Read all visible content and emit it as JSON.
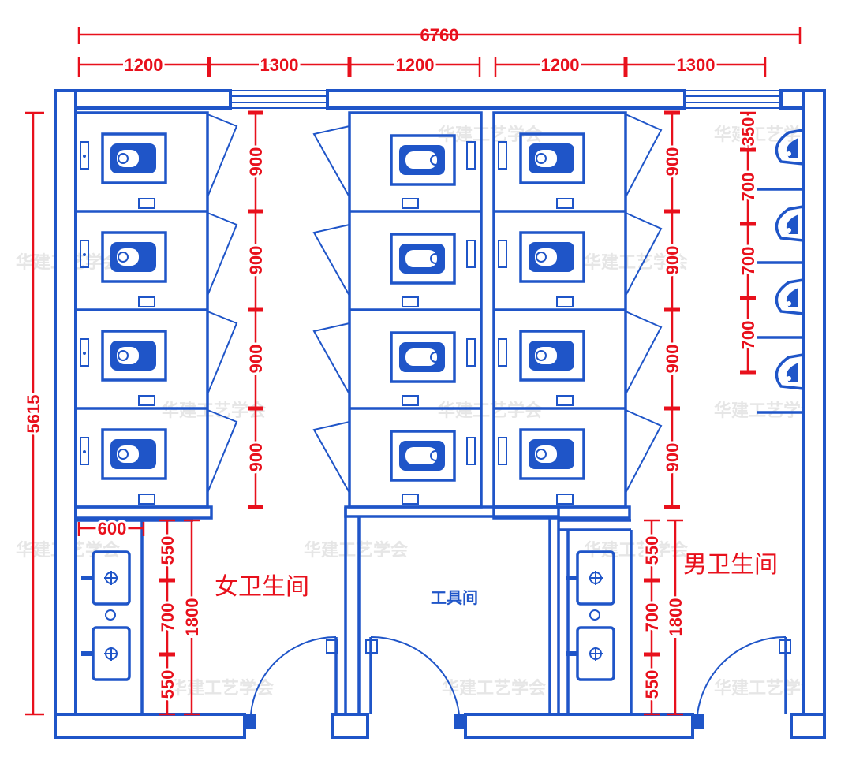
{
  "diagram": {
    "top_total": "6760",
    "top_segments_left": [
      "1200",
      "1300",
      "1200"
    ],
    "top_segments_right": [
      "1200",
      "1300"
    ],
    "left_total": "5615",
    "stall_depths_left": [
      "900",
      "900",
      "900",
      "900"
    ],
    "stall_depths_right": [
      "900",
      "900",
      "900",
      "900"
    ],
    "urinal_spacing": [
      "350",
      "700",
      "700",
      "700"
    ],
    "sink_width": "600",
    "sink_spacing_female": [
      "550",
      "700",
      "550"
    ],
    "sink_spacing_male": [
      "550",
      "700",
      "550"
    ],
    "sink_zone_female": "1800",
    "sink_zone_male": "1800"
  },
  "rooms": {
    "female": "女卫生间",
    "male": "男卫生间",
    "tool": "工具间"
  },
  "watermark": "华建工艺学会",
  "colors": {
    "wall": "#1f55c8",
    "dimension": "#e8101c"
  }
}
